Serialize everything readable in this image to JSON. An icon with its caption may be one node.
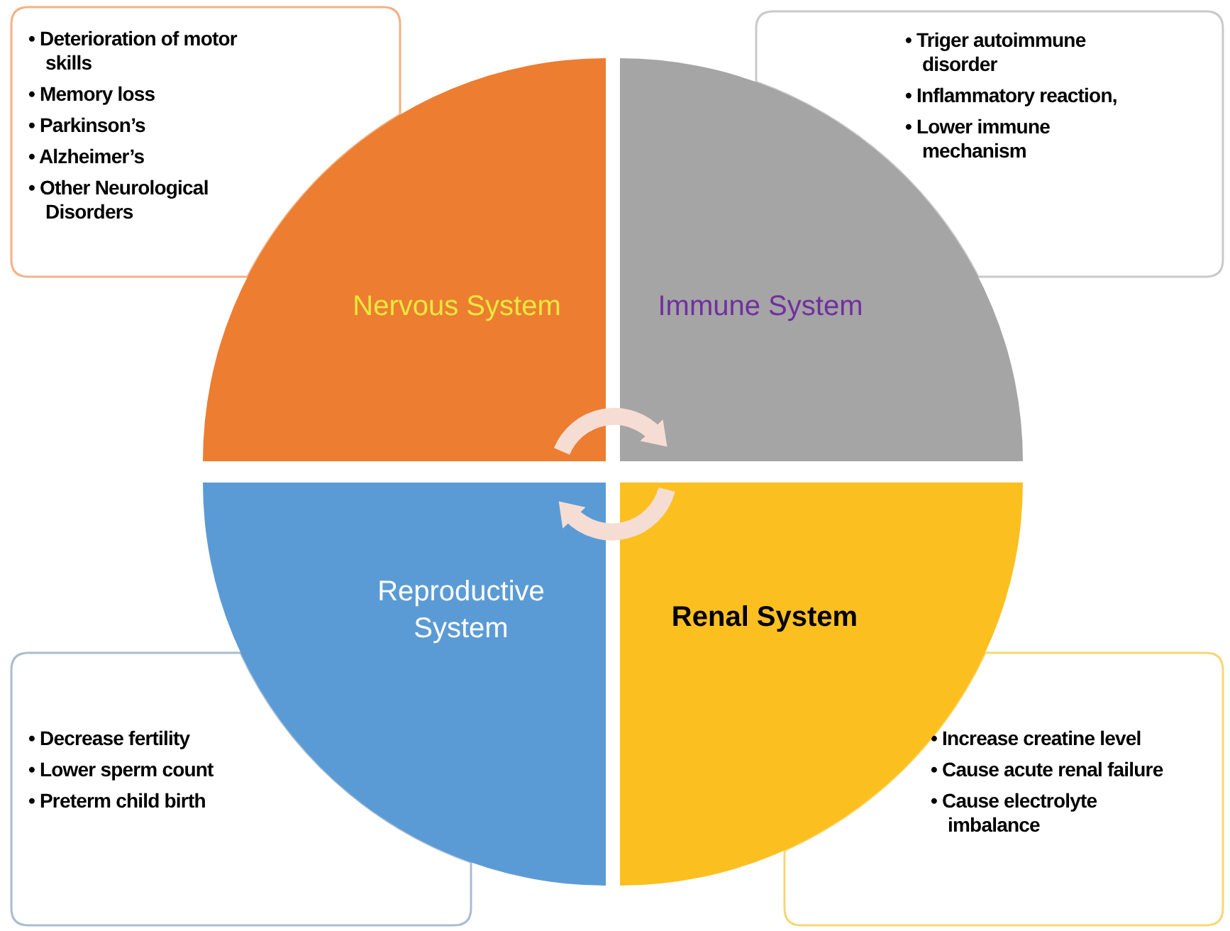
{
  "diagram": {
    "nodes": [
      {
        "text": [
          "• Deterioration of motor skills",
          "• Memory loss",
          "• Parkinson’s",
          "• Alzheimer’s",
          "• Other Neurological Disorders"
        ]
      },
      {
        "text": [
          "• Triger autoimmune disorder",
          "• Inflammatory reaction,",
          "• Lower immune mechanism"
        ]
      },
      {
        "text": [
          "Nervous System"
        ]
      },
      {
        "text": [
          "Immune System"
        ]
      },
      {
        "text": [
          "Reproductive System"
        ]
      },
      {
        "text": [
          "Renal System"
        ]
      },
      {
        "text": [
          "• Decrease fertility",
          "• Lower sperm count",
          "• Preterm child birth"
        ]
      },
      {
        "text": [
          "• Increase creatine level",
          "• Cause acute renal failure",
          "• Cause electrolyte imbalance"
        ]
      }
    ],
    "edges": [
      {
        "from": 2,
        "to": 3,
        "arrow": "to"
      },
      {
        "from": 5,
        "to": 4,
        "arrow": "to"
      }
    ]
  }
}
